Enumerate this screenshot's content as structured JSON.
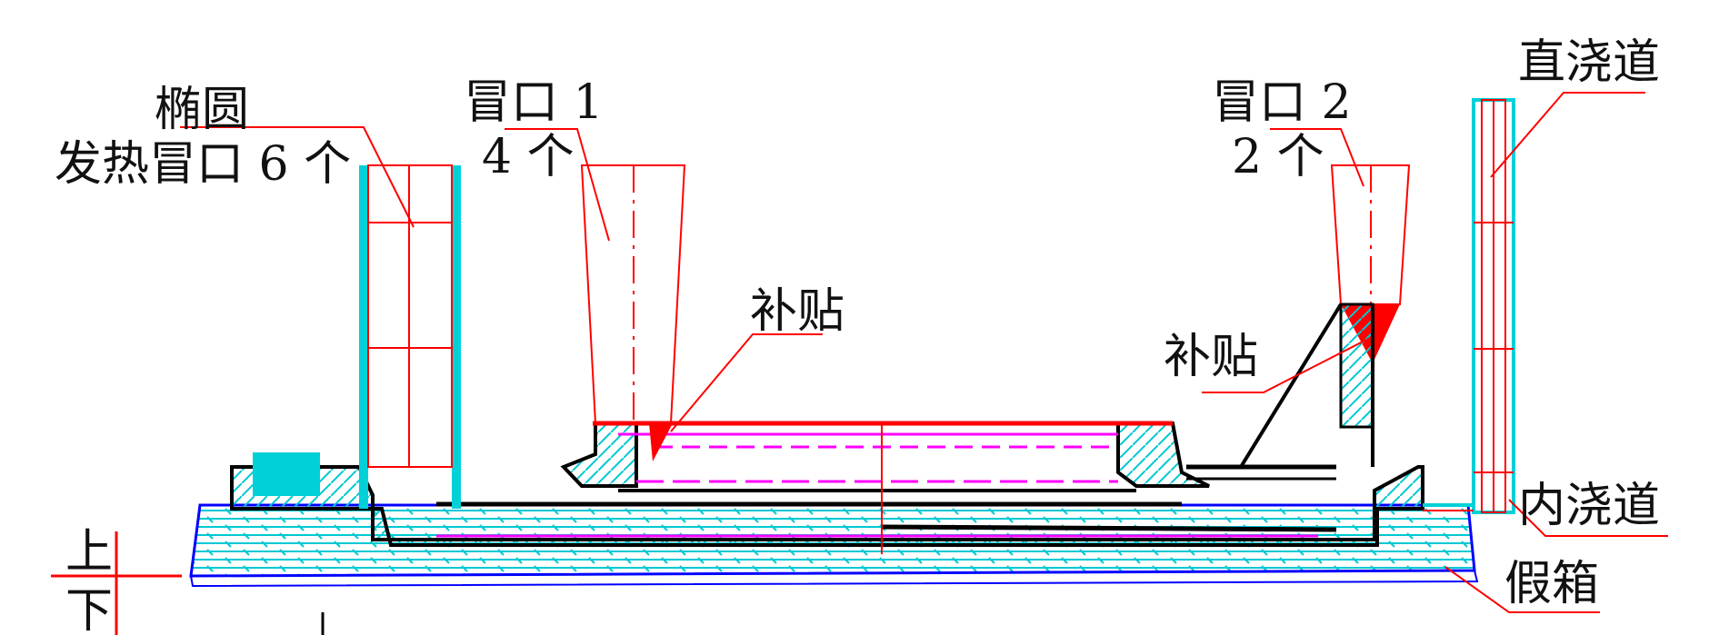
{
  "labels": {
    "ellipse": "椭圆",
    "heating_riser": "发热冒口 6 个",
    "riser1": "冒口 1",
    "riser1_count": "4 个",
    "pad_left": "补贴",
    "riser2": "冒口 2",
    "riser2_count": "2 个",
    "pad_right": "补贴",
    "sprue": "直浇道",
    "ingate": "内浇道",
    "false_box": "假箱",
    "upper": "上",
    "lower": "下"
  },
  "colors": {
    "riser_outline": "#ff0000",
    "heating_sleeve": "#00d0d8",
    "hatch": "#00c8d4",
    "casting_outline": "#000000",
    "drag_outline": "#0000ff",
    "magenta_line": "#ff00ff"
  }
}
